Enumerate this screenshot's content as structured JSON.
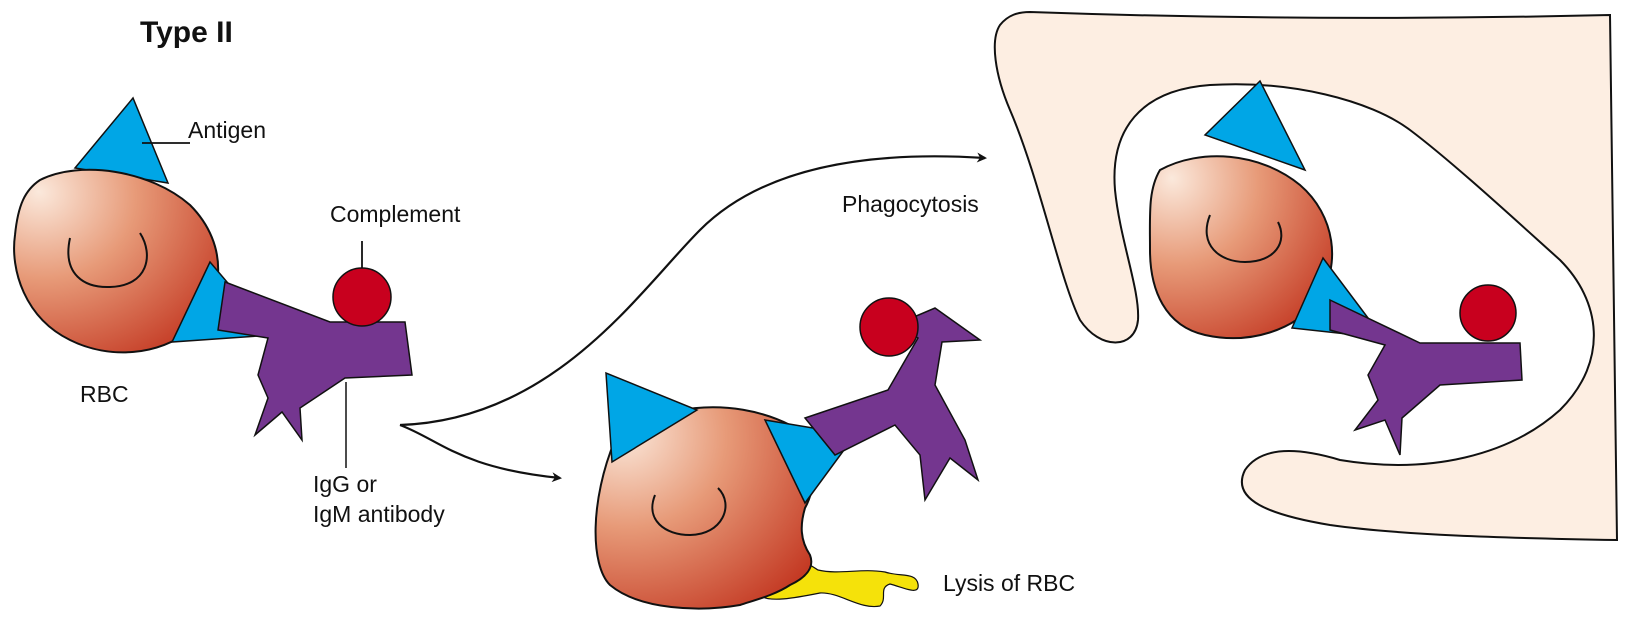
{
  "title": "Type II",
  "labels": {
    "antigen": "Antigen",
    "complement": "Complement",
    "rbc": "RBC",
    "antibody_line1": "IgG or",
    "antibody_line2": "IgM antibody",
    "phagocytosis": "Phagocytosis",
    "lysis": "Lysis of RBC"
  },
  "colors": {
    "rbc_light": "#f7dccb",
    "rbc_dark": "#c8402b",
    "antigen": "#00a6e6",
    "antibody": "#74368f",
    "complement": "#c8001e",
    "phagocyte": "#fdeee2",
    "lysis": "#f5e20a"
  }
}
